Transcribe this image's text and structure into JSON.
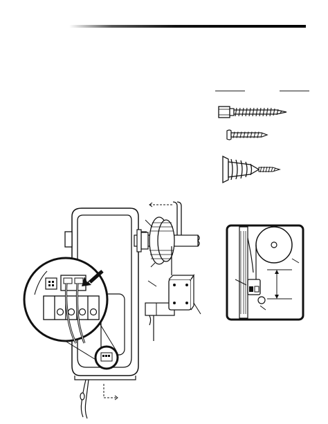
{
  "page": {
    "colors": {
      "ink": "#111111",
      "paper": "#ffffff",
      "header_rule": "#000000"
    }
  },
  "figures": [
    {
      "name": "lag-screw-icon",
      "label": ""
    },
    {
      "name": "machine-screw-icon",
      "label": ""
    },
    {
      "name": "drywall-anchor-icon",
      "label": ""
    },
    {
      "name": "opener-unit-diagram",
      "label": ""
    },
    {
      "name": "wire-terminal-callout",
      "label": ""
    },
    {
      "name": "cable-drum-assembly",
      "label": ""
    },
    {
      "name": "cable-mount-detail",
      "label": ""
    }
  ]
}
